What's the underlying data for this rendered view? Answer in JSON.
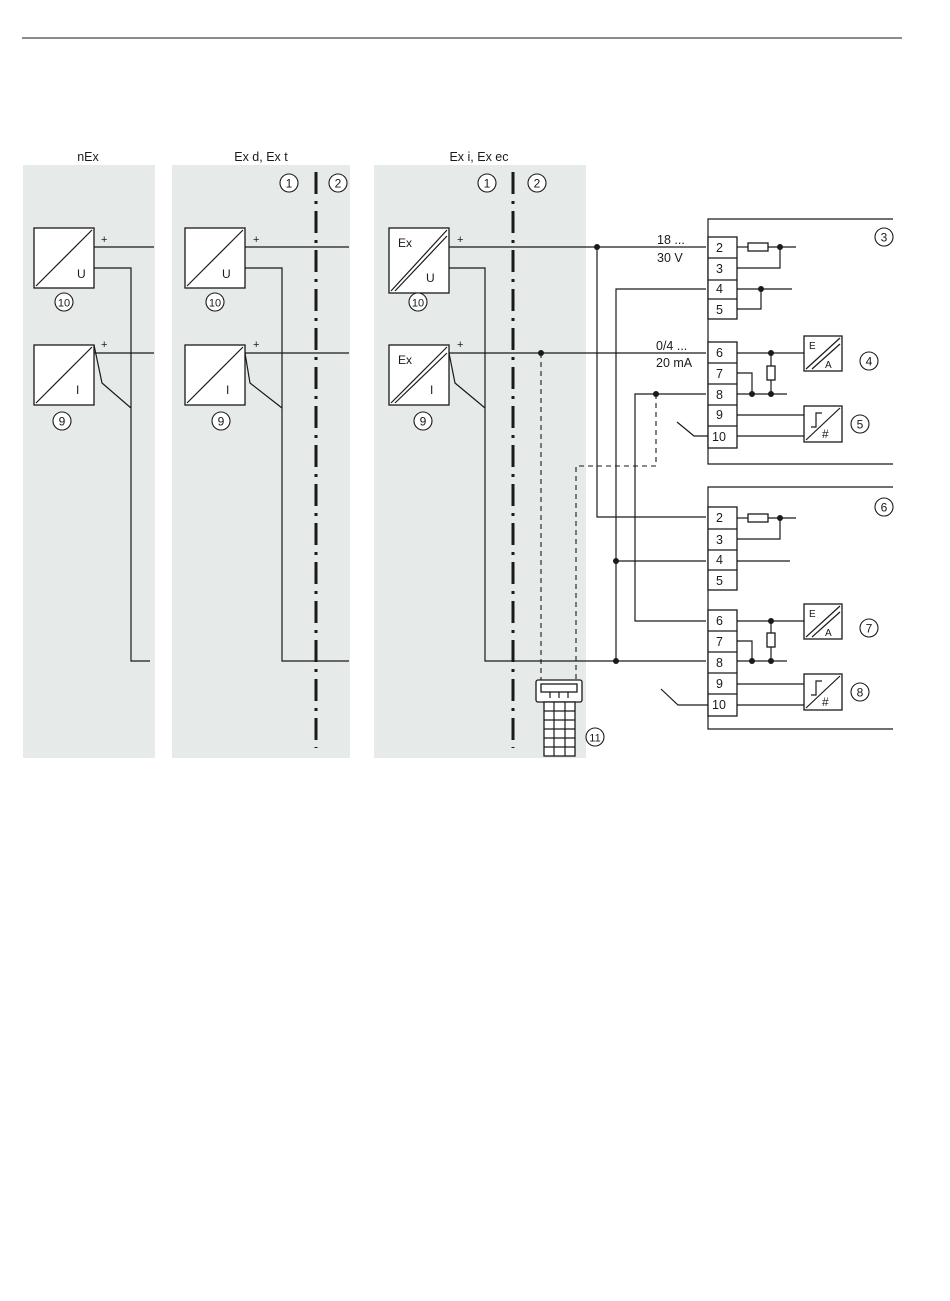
{
  "zones": {
    "nex": "nEx",
    "exd": "Ex d, Ex t",
    "exi": "Ex i, Ex ec"
  },
  "devices": {
    "voltage_letter": "U",
    "current_letter": "I",
    "ex_mark": "Ex",
    "plus": "+"
  },
  "supply": {
    "voltage_line1": "18 ...",
    "voltage_line2": "30 V",
    "current_line1": "0/4 ...",
    "current_line2": "20 mA"
  },
  "terminals": [
    "2",
    "3",
    "4",
    "5",
    "6",
    "7",
    "8",
    "9",
    "10"
  ],
  "converter": {
    "input_mark": "E",
    "output_mark": "A",
    "trigger_mark": "#"
  },
  "callouts": {
    "c1": "1",
    "c2": "2",
    "c3": "3",
    "c4": "4",
    "c5": "5",
    "c6": "6",
    "c7": "7",
    "c8": "8",
    "c9": "9",
    "c10": "10",
    "c11": "11"
  }
}
